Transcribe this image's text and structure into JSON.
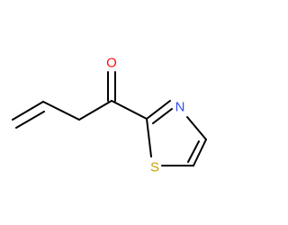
{
  "molecule": {
    "atoms": {
      "oxygen": {
        "symbol": "O",
        "color": "#ff0d0d"
      },
      "nitrogen": {
        "symbol": "N",
        "color": "#3050f8"
      },
      "sulfur": {
        "symbol": "S",
        "color": "#c8a000"
      }
    },
    "bond_color": "#000000"
  }
}
